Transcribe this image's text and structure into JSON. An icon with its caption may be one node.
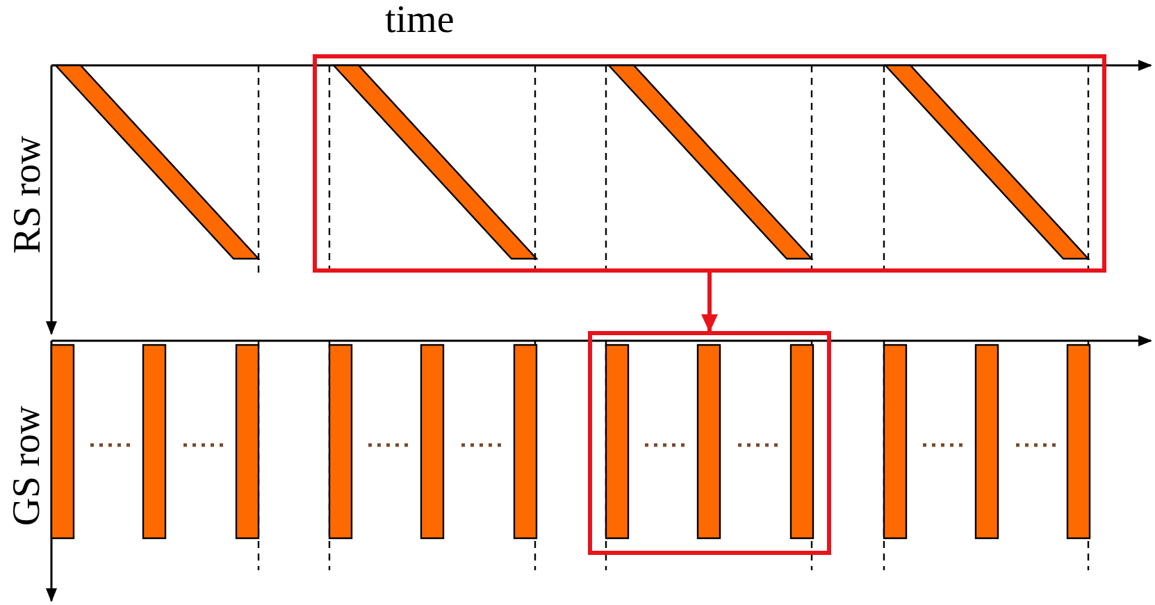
{
  "diagram": {
    "nodes": [
      {
        "text": [],
        "shape": "box"
      },
      {
        "text": [],
        "shape": "box"
      }
    ],
    "edges": [
      {
        "from": 0,
        "to": 1,
        "arrow": "to"
      }
    ],
    "labels": [
      "time",
      "RS row",
      "GS row"
    ]
  }
}
